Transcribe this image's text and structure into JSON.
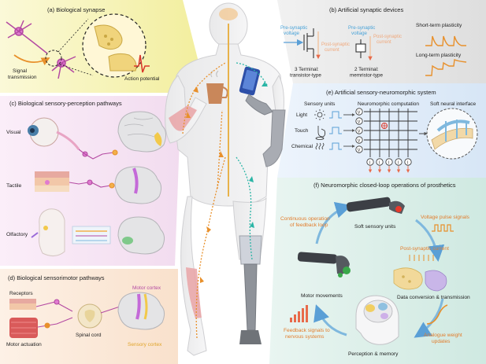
{
  "colors": {
    "panel_a": "#f6f4c4",
    "panel_b": "#e8e8e8",
    "panel_c": "#f6e6f3",
    "panel_d": "#fbe9dc",
    "panel_e": "#e3edf9",
    "panel_f": "#dcefe9",
    "orange": "#e8902b",
    "teal": "#2bb5a6",
    "red": "#d9392b",
    "blue_text": "#4aa3d8",
    "orange_text": "#e27c2b"
  },
  "panel_a": {
    "title": "(a) Biological synapse",
    "signal_transmission": "Signal\ntransmission",
    "action_potential": "Action potential"
  },
  "panel_b": {
    "title": "(b) Artificial synaptic devices",
    "pre_synaptic_voltage_1": "Pre-synaptic\nvoltage",
    "post_synaptic_current_1": "Post-synaptic\ncurrent",
    "pre_synaptic_voltage_2": "Pre-synaptic\nvoltage",
    "post_synaptic_current_2": "Post-synaptic\ncurrent",
    "three_terminal": "3 Terminal:\ntransistor-type",
    "two_terminal": "2 Terminal:\nmemristor-type",
    "short_term": "Short-term plasticity",
    "long_term": "Long-term plasticity"
  },
  "panel_c": {
    "title": "(c) Biological sensory-perception pathways",
    "visual": "Visual",
    "tactile": "Tactile",
    "olfactory": "Olfactory"
  },
  "panel_d": {
    "title": "(d) Biological sensorimotor pathways",
    "receptors": "Receptors",
    "motor_cortex": "Motor cortex",
    "spinal_cord": "Spinal cord",
    "sensory_cortex": "Sensory cortex",
    "motor_actuation": "Motor actuation"
  },
  "panel_e": {
    "title": "(e) Artificial sensory-neuromorphic system",
    "sensory_units": "Sensory units",
    "neuromorphic_computation": "Neuromorphic computation",
    "soft_neural_interface": "Soft neural interface",
    "light": "Light",
    "touch": "Touch",
    "chemical": "Chemical",
    "v_label": "V",
    "i_label": "I"
  },
  "panel_f": {
    "title": "(f) Neuromorphic closed-loop operations of prosthetics",
    "continuous_operation": "Continuous operation\nof feedback loop",
    "soft_sensory_units": "Soft sensory units",
    "voltage_pulse_signals": "Voltage pulse signals",
    "post_synaptic_current": "Post-synaptic current",
    "motor_movements": "Motor movements",
    "data_conversion": "Data conversion & transmission",
    "feedback_signals": "Feedback signals to\nnervous systems",
    "analogue_weight": "Analogue weight\nupdates",
    "perception_memory": "Perception & memory"
  }
}
